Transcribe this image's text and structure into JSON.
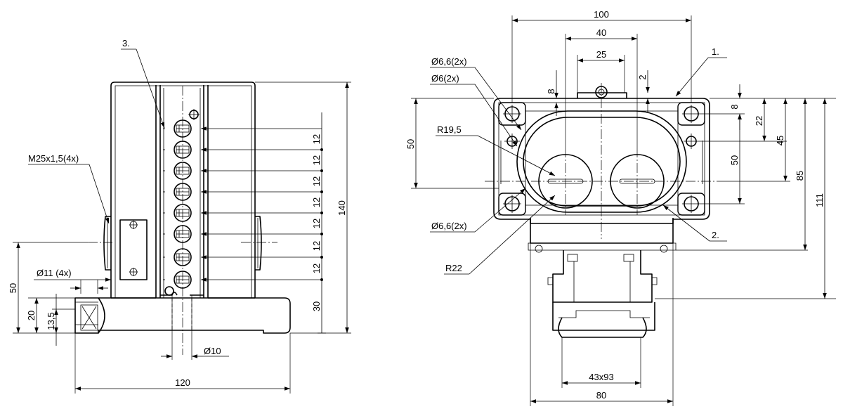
{
  "dimensions": {
    "left_view": {
      "callout_3": "3.",
      "thread": "M25x1,5(4x)",
      "hole_dia": "Ø11 (4x)",
      "pitch": "12",
      "bottom_gap": "30",
      "height_total": "140",
      "height_50": "50",
      "height_20": "20",
      "height_13_5": "13,5",
      "bore": "Ø10",
      "width": "120"
    },
    "right_view": {
      "width_100": "100",
      "width_40": "40",
      "width_25": "25",
      "callout_1": "1.",
      "callout_2": "2.",
      "hole_6_6_top": "Ø6,6(2x)",
      "hole_6": "Ø6(2x)",
      "hole_6_6_bottom": "Ø6,6(2x)",
      "radius_19_5": "R19,5",
      "radius_22": "R22",
      "dim_8_left": "8",
      "dim_2": "2",
      "dim_8_right": "8",
      "dim_22": "22",
      "dim_45": "45",
      "dim_50_right": "50",
      "dim_85": "85",
      "dim_111": "111",
      "dim_50_left": "50",
      "cutout": "43x93",
      "width_80": "80"
    }
  }
}
